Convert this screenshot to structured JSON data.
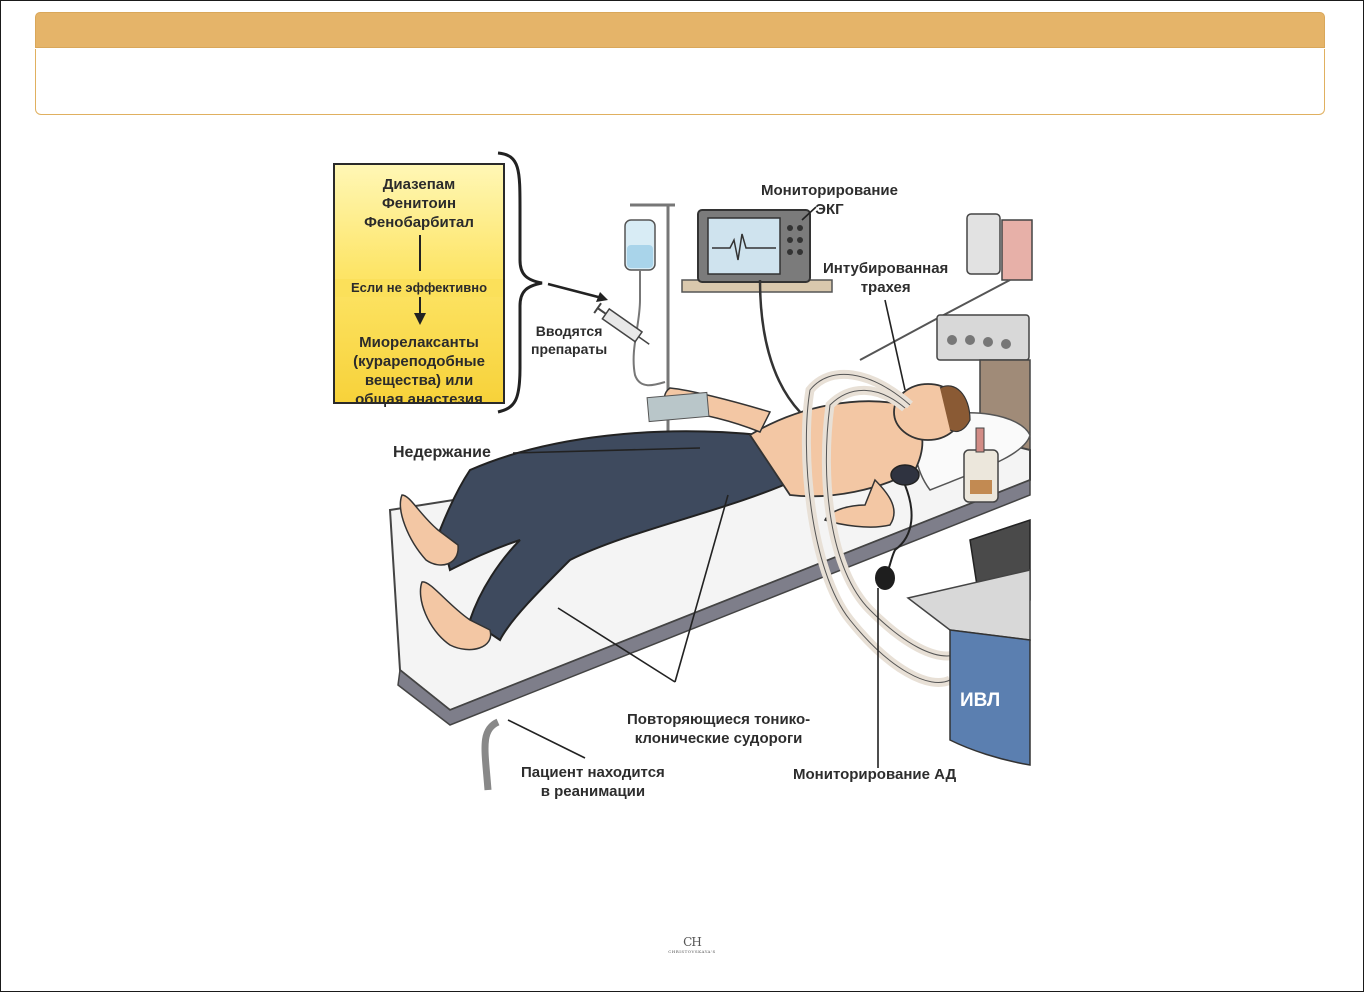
{
  "header": {
    "title": "",
    "subtitle": ""
  },
  "drug_box": {
    "drugs": [
      "Диазепам",
      "Фенитоин",
      "Фенобарбитал"
    ],
    "condition": "Если не эффективно",
    "alternatives": [
      "Миорелаксанты",
      "(курареподобные",
      "вещества) или",
      "общая анастезия"
    ]
  },
  "labels": {
    "drugs_administered": [
      "Вводятся",
      "препараты"
    ],
    "ecg_monitoring": [
      "Мониторирование",
      "ЭКГ"
    ],
    "intubated_trachea": [
      "Интубированная",
      "трахея"
    ],
    "incontinence": "Недержание",
    "seizures": [
      "Повторяющиеся тонико-",
      "клонические судороги"
    ],
    "icu": [
      "Пациент находится",
      "в реанимации"
    ],
    "bp_monitoring": "Мониторирование АД",
    "ventilator": "ИВЛ"
  },
  "logo": {
    "monogram": "CH",
    "name": "CHRISTOVSKAYA'S"
  },
  "colors": {
    "title_bar": "#e5b469",
    "drug_box": "#f7d23a",
    "ventilator": "#5b7fb0",
    "jeans": "#3e4a5e",
    "skin": "#f3c7a4"
  }
}
